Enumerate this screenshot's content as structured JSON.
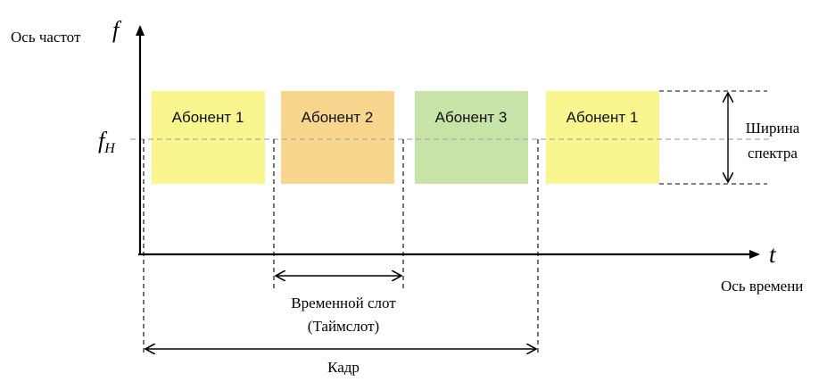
{
  "axes": {
    "y_label": "Ось частот",
    "y_symbol": "f",
    "x_label": "Ось времени",
    "x_symbol": "t",
    "f_marker": {
      "symbol": "f",
      "subscript": "Н"
    }
  },
  "blocks": [
    {
      "label": "Абонент 1",
      "color": "#f9f58f"
    },
    {
      "label": "Абонент 2",
      "color": "#f8d68e"
    },
    {
      "label": "Абонент 3",
      "color": "#c8e3a8"
    },
    {
      "label": "Абонент 1",
      "color": "#f9f58f"
    }
  ],
  "bandwidth_label": [
    "Ширина",
    "спектра"
  ],
  "timeslot_label": [
    "Временной слот",
    "(Таймслот)"
  ],
  "frame_label": "Кадр",
  "colors": {
    "axis": "#000000",
    "reference_line": "#aaaaaa",
    "guide_line": "#000000"
  }
}
